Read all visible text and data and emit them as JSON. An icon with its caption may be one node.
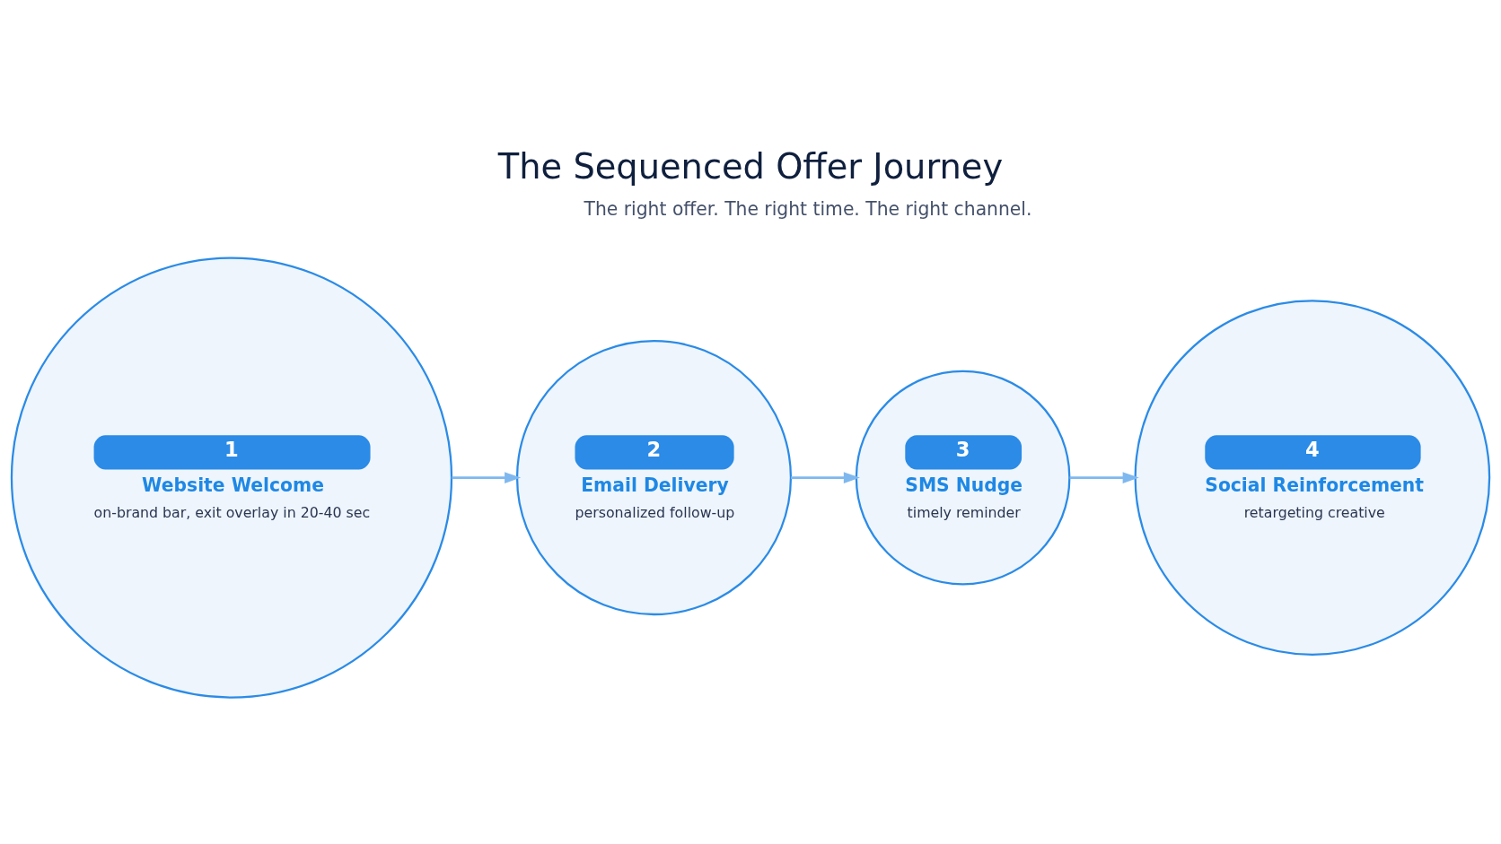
{
  "diagram": {
    "title": "The Sequenced Offer Journey",
    "nodes": [
      {
        "text": [
          "1",
          "Website Welcome",
          "on-brand bar, exit overlay in 20-40 sec"
        ]
      },
      {
        "text": [
          "2",
          "Email Delivery",
          "personalized follow-up"
        ]
      },
      {
        "text": [
          "3",
          "SMS Nudge",
          "timely reminder"
        ]
      },
      {
        "text": [
          "4",
          "Social Reinforcement",
          "retargeting creative"
        ]
      }
    ],
    "edges": [
      {
        "from": 0,
        "to": 1,
        "arrow": "to"
      },
      {
        "from": 1,
        "to": 2,
        "arrow": "to"
      },
      {
        "from": 2,
        "to": 3,
        "arrow": "to"
      }
    ],
    "labels": [
      "The right offer. The right time. The right channel."
    ]
  }
}
